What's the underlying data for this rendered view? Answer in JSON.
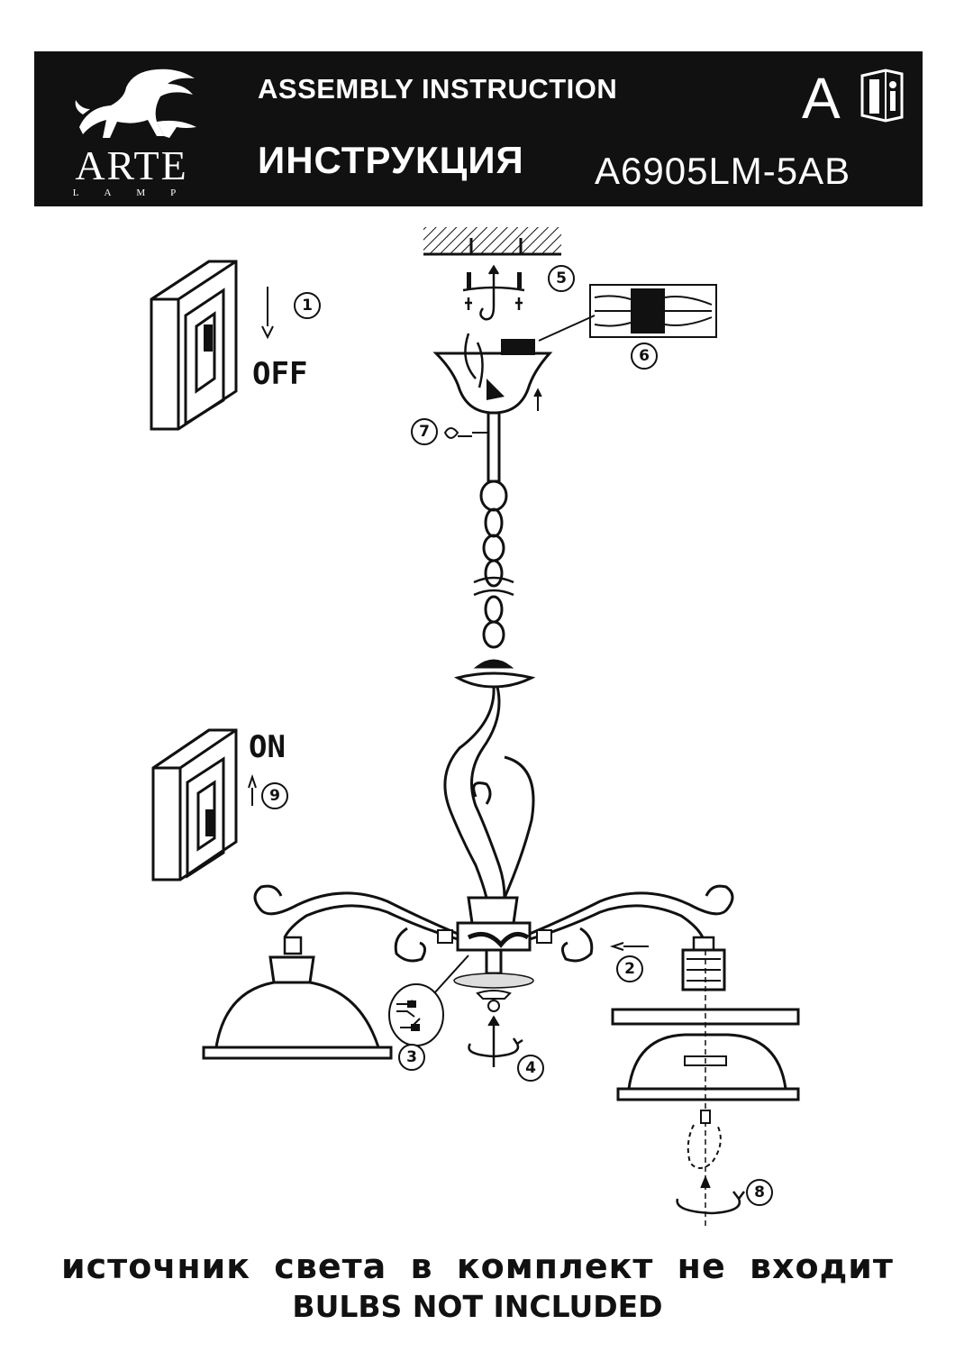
{
  "header": {
    "brand_name": "ARTE",
    "brand_sub": "LAMP",
    "title_en": "ASSEMBLY INSTRUCTION",
    "title_ru": "ИНСТРУКЦИЯ",
    "model": "A6905LM-5AB",
    "category_letter": "A",
    "icons": [
      "lion-logo-icon",
      "info-manual-icon"
    ]
  },
  "switches": {
    "off_label": "OFF",
    "on_label": "ON"
  },
  "steps": [
    "1",
    "2",
    "3",
    "4",
    "5",
    "6",
    "7",
    "8",
    "9"
  ],
  "notes": {
    "ru": "источник света в комплект не входит",
    "en": "BULBS NOT INCLUDED"
  },
  "colors": {
    "header_bg": "#111111",
    "ink": "#111111"
  }
}
